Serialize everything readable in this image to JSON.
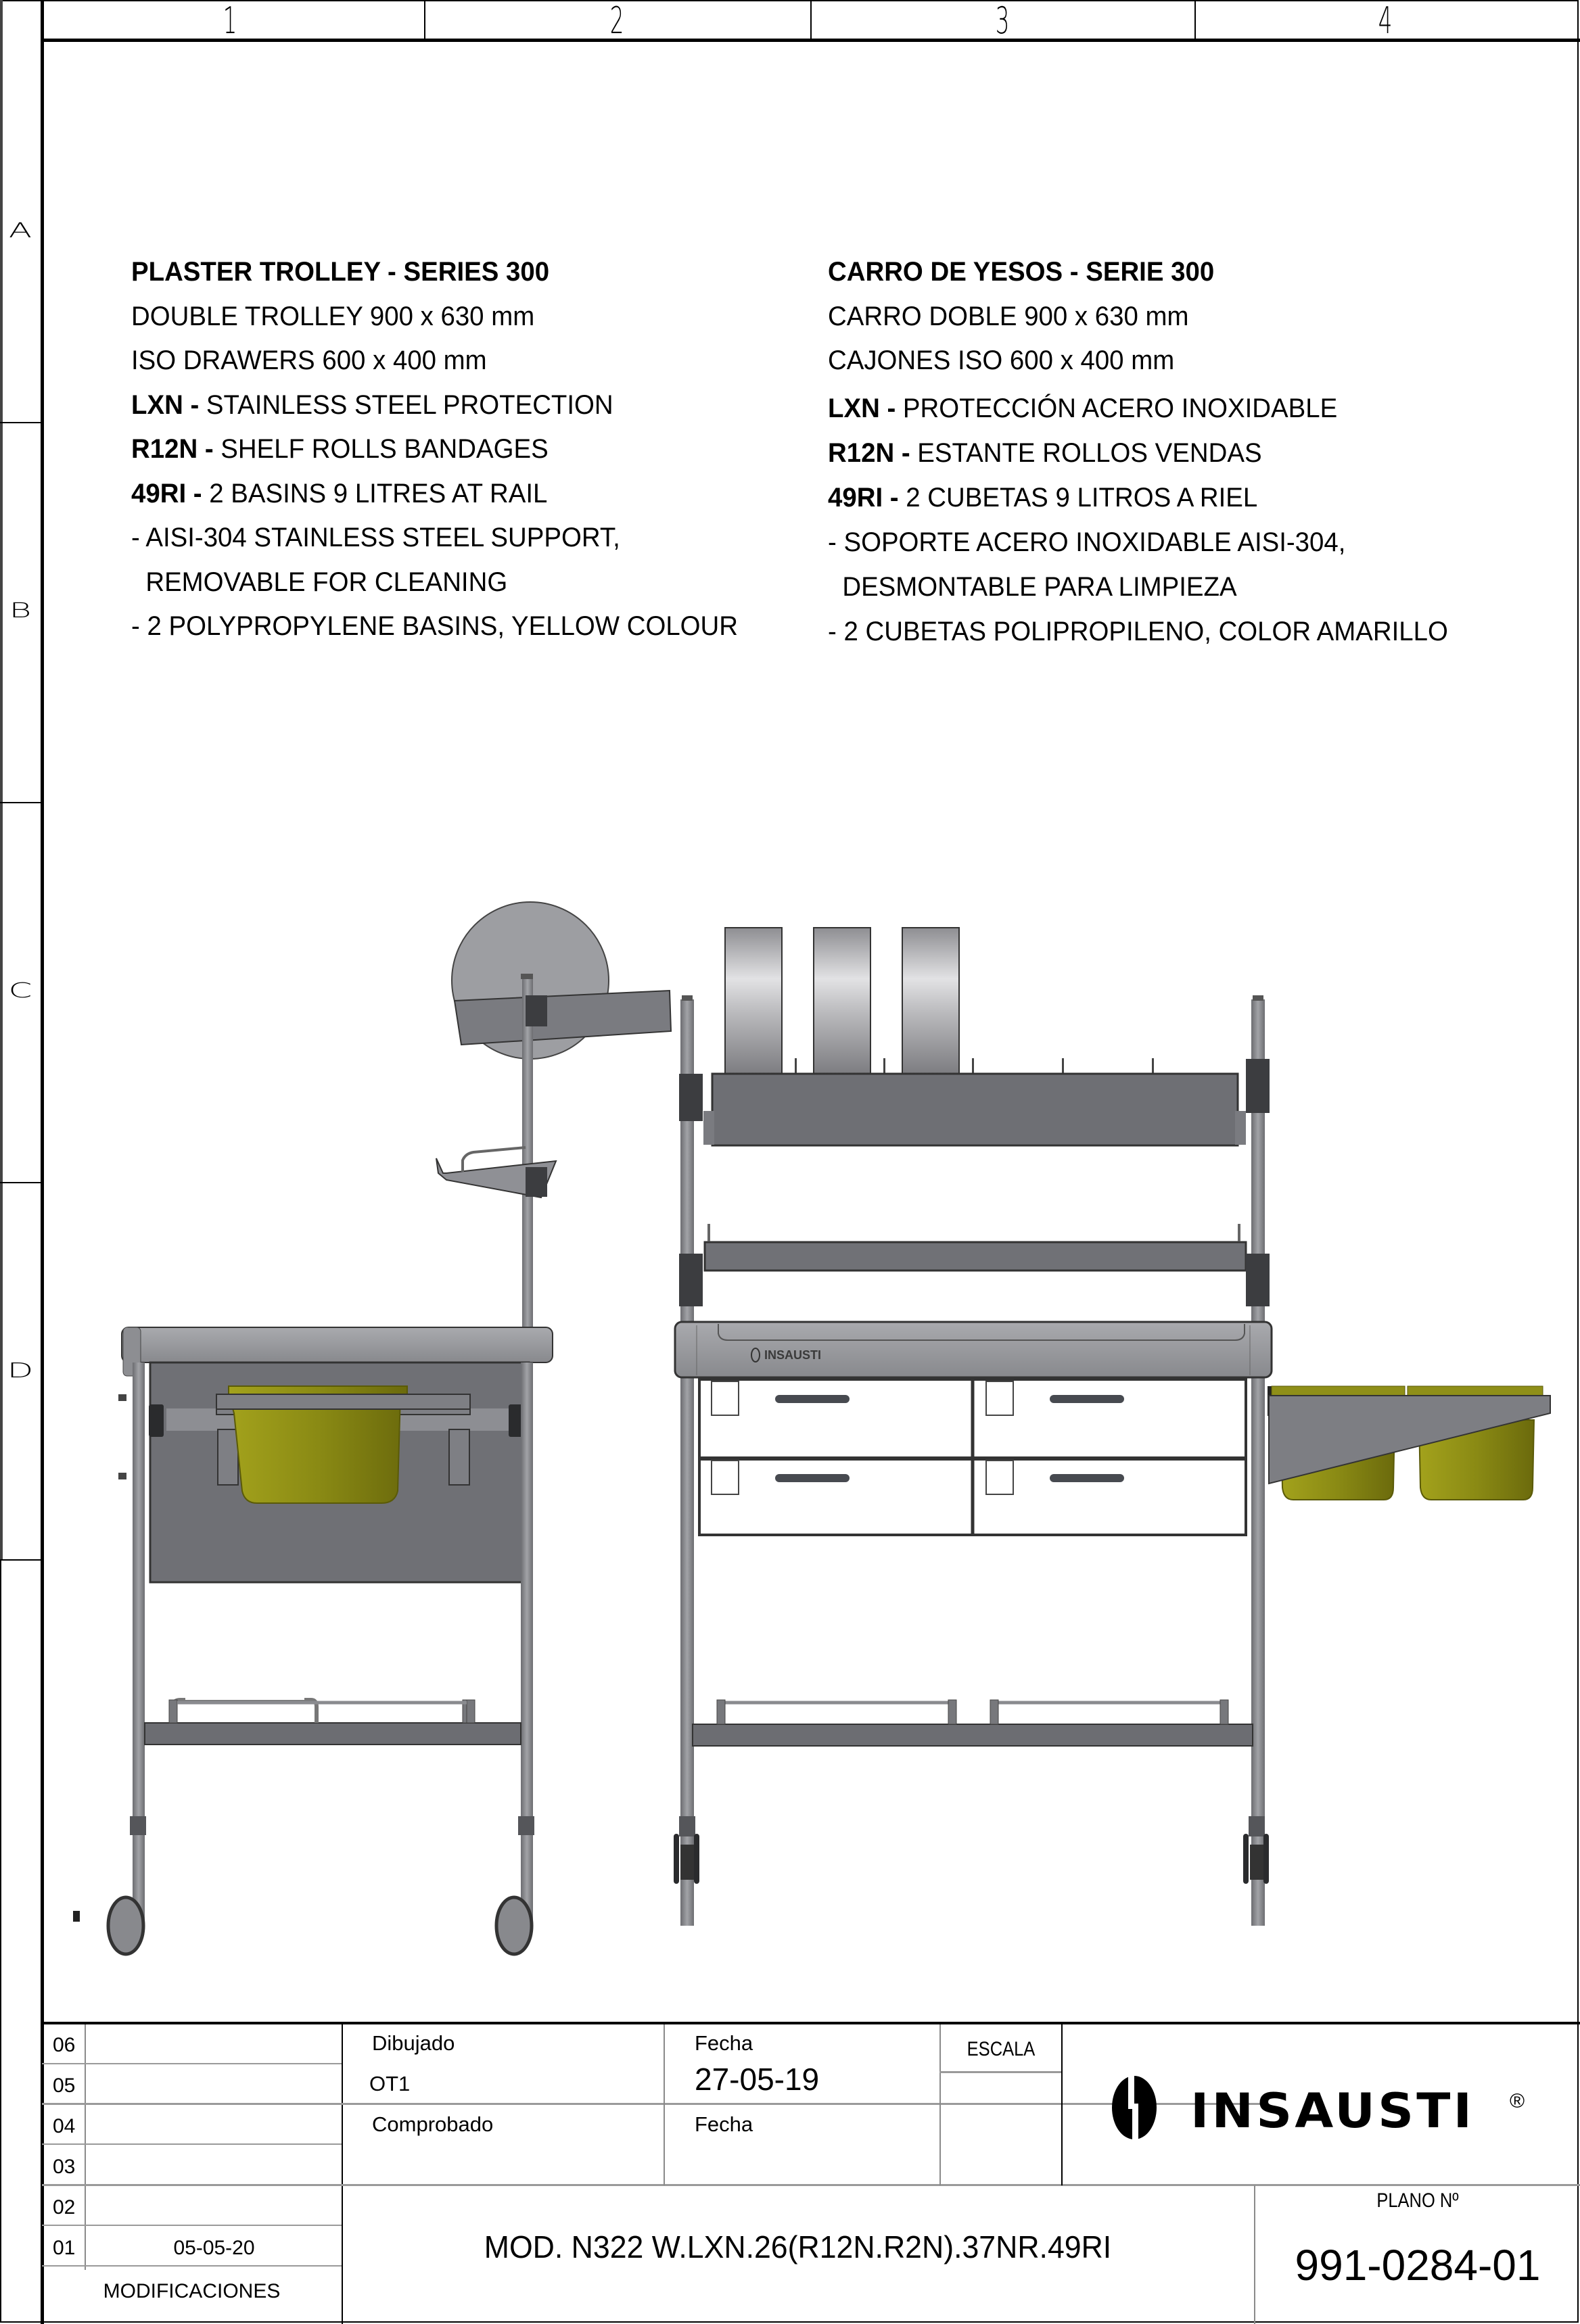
{
  "sheet": {
    "zone_columns": [
      "1",
      "2",
      "3",
      "4"
    ],
    "zone_rows": [
      "A",
      "B",
      "C",
      "D"
    ]
  },
  "spec_en": {
    "title": "PLASTER TROLLEY - SERIES 300",
    "lines": [
      {
        "code": "",
        "text": "DOUBLE TROLLEY 900 x 630 mm"
      },
      {
        "code": "",
        "text": "ISO DRAWERS 600 x 400 mm"
      },
      {
        "code": "LXN -",
        "text": " STAINLESS STEEL PROTECTION"
      },
      {
        "code": "R12N -",
        "text": " SHELF ROLLS BANDAGES"
      },
      {
        "code": "49RI -",
        "text": " 2 BASINS 9 LITRES AT RAIL"
      },
      {
        "code": "",
        "text": "- AISI-304 STAINLESS STEEL SUPPORT,"
      },
      {
        "code": "",
        "text": "  REMOVABLE FOR CLEANING"
      },
      {
        "code": "",
        "text": "- 2 POLYPROPYLENE BASINS, YELLOW COLOUR"
      }
    ]
  },
  "spec_es": {
    "title": "CARRO DE YESOS - SERIE 300",
    "lines": [
      {
        "code": "",
        "text": "CARRO DOBLE 900 x 630 mm"
      },
      {
        "code": "",
        "text": "CAJONES ISO 600 x 400 mm"
      },
      {
        "code": "LXN -",
        "text": " PROTECCIÓN ACERO INOXIDABLE"
      },
      {
        "code": "R12N -",
        "text": " ESTANTE ROLLOS VENDAS"
      },
      {
        "code": "49RI -",
        "text": " 2 CUBETAS 9 LITROS A RIEL"
      },
      {
        "code": "",
        "text": "- SOPORTE ACERO INOXIDABLE AISI-304,"
      },
      {
        "code": "",
        "text": "  DESMONTABLE PARA LIMPIEZA"
      },
      {
        "code": "",
        "text": "- 2 CUBETAS POLIPROPILENO, COLOR AMARILLO"
      }
    ]
  },
  "drawing": {
    "views": [
      "side-view",
      "front-view"
    ],
    "colors": {
      "steel": "#8a8b8f",
      "steel_dark": "#6e6f74",
      "steel_light": "#a3a4a8",
      "clamp": "#3c3d40",
      "basin_yellow": "#8a8a14",
      "basin_yellow_light": "#a3a21c",
      "basin_yellow_dark": "#6b6a0c",
      "roll_light": "#d0d0d2",
      "roll_mid": "#a6a6a9"
    },
    "front_panel_logo": "INSAUSTI"
  },
  "title_block": {
    "revisions": [
      {
        "num": "06",
        "date": ""
      },
      {
        "num": "05",
        "date": ""
      },
      {
        "num": "04",
        "date": ""
      },
      {
        "num": "03",
        "date": ""
      },
      {
        "num": "02",
        "date": ""
      },
      {
        "num": "01",
        "date": "05-05-20"
      }
    ],
    "revisions_label": "MODIFICACIONES",
    "drawn_label": "Dibujado",
    "drawn_value": "OT1",
    "drawn_date_label": "Fecha",
    "drawn_date_value": "27-05-19",
    "checked_label": "Comprobado",
    "checked_date_label": "Fecha",
    "checked_date_value": "",
    "scale_label": "ESCALA",
    "scale_value": "",
    "model": "MOD. N322 W.LXN.26(R12N.R2N).37NR.49RI",
    "plan_label": "PLANO Nº",
    "plan_number": "991-0284-01",
    "logo_text": "INSAUSTI",
    "logo_registered": "®"
  }
}
